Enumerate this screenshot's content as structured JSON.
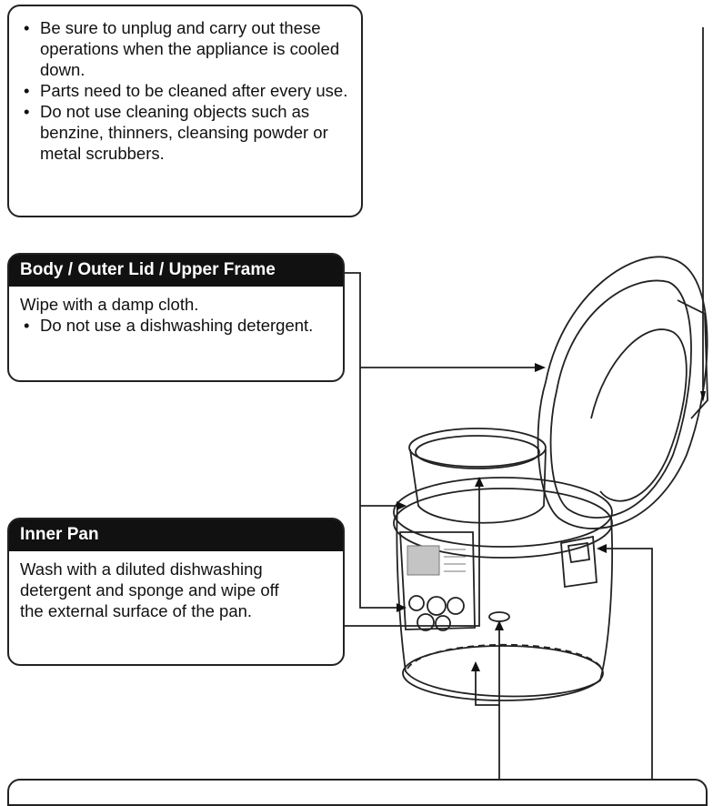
{
  "notes": [
    "Be sure to unplug and carry out these operations when the appliance is cooled down.",
    "Parts need to be cleaned after every use.",
    "Do not use cleaning objects such as benzine, thinners, cleansing powder or metal scrubbers."
  ],
  "body_lid": {
    "title": "Body / Outer Lid / Upper Frame",
    "text": "Wipe with a damp cloth.",
    "bullet": "Do not use a dishwashing detergent."
  },
  "inner_pan": {
    "title": "Inner Pan",
    "text": "Wash with a diluted dishwashing detergent and sponge and wipe off the external surface of the pan."
  }
}
